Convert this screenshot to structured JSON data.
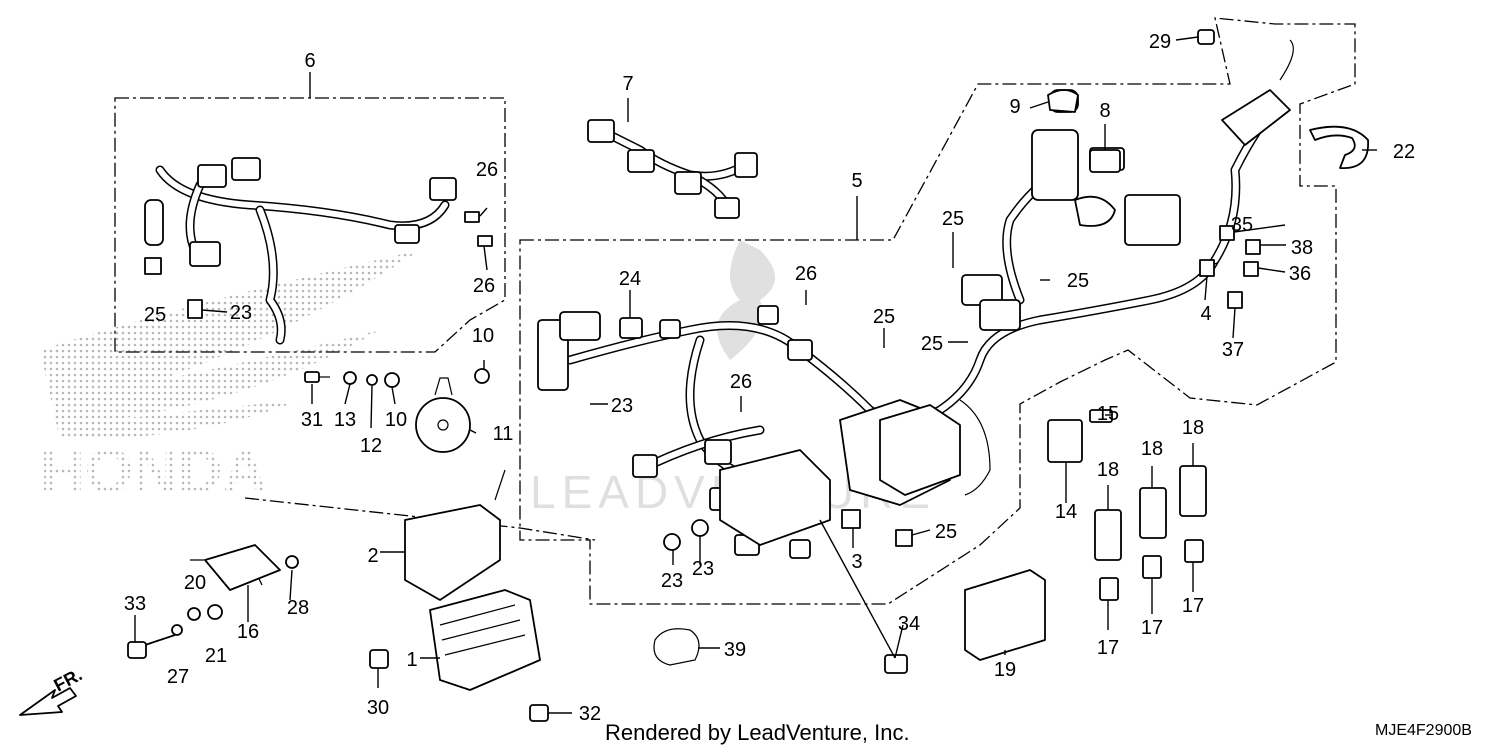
{
  "diagram": {
    "footer": "Rendered by LeadVenture, Inc.",
    "diagram_code": "MJE4F2900B",
    "direction_label": "FR.",
    "watermark_brand": "HONDA",
    "watermark_site": "LEADVENTURE"
  },
  "callouts": [
    "1",
    "2",
    "3",
    "4",
    "5",
    "6",
    "7",
    "8",
    "9",
    "10",
    "10",
    "11",
    "12",
    "13",
    "14",
    "15",
    "16",
    "17",
    "17",
    "17",
    "17",
    "18",
    "18",
    "18",
    "18",
    "19",
    "20",
    "21",
    "22",
    "23",
    "23",
    "23",
    "23",
    "23",
    "24",
    "25",
    "25",
    "25",
    "25",
    "25",
    "25",
    "25",
    "26",
    "26",
    "26",
    "26",
    "27",
    "28",
    "29",
    "30",
    "31",
    "32",
    "33",
    "34",
    "35",
    "36",
    "37",
    "38",
    "39"
  ]
}
